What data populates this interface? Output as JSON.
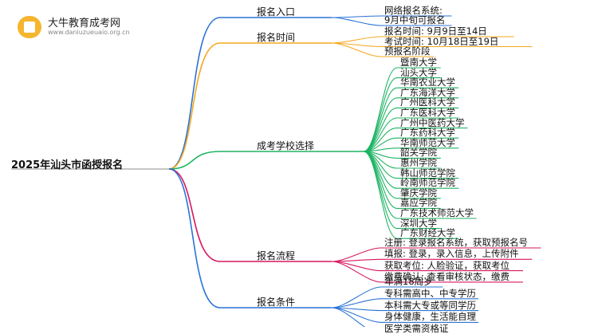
{
  "logo": {
    "name": "大牛教育成考网",
    "url": "www.daniuzueuaio.org.cn"
  },
  "root": "2025年汕头市函授报名",
  "colors": {
    "b0": "#2a73d6",
    "b1": "#f4a81d",
    "b2": "#1fb464",
    "b3": "#d6175f",
    "b4": "#2a73d6"
  },
  "branches": [
    {
      "label": "报名入口",
      "leaves": [
        "网络报名系统:",
        "9月中旬可报名"
      ]
    },
    {
      "label": "报名时间",
      "leaves": [
        "报名时间: 9月9日至14日",
        "考试时间: 10月18日至19日",
        "预报名阶段"
      ]
    },
    {
      "label": "成考学校选择",
      "leaves": [
        "暨南大学",
        "汕头大学",
        "华南农业大学",
        "广东海洋大学",
        "广州医科大学",
        "广东医科大学",
        "广州中医药大学",
        "广东药科大学",
        "华南师范大学",
        "韶关学院",
        "惠州学院",
        "韩山师范学院",
        "岭南师范学院",
        "肇庆学院",
        "嘉应学院",
        "广东技术师范大学",
        "深圳大学",
        "广东财经大学"
      ]
    },
    {
      "label": "报名流程",
      "leaves": [
        "注册: 登录报名系统，获取预报名号",
        "填报: 登录，录入信息，上传附件",
        "获取考位: 人脸验证，获取考位",
        "缴费确认: 查看审核状态，缴费"
      ]
    },
    {
      "label": "报名条件",
      "leaves": [
        "年满18周岁",
        "专科需高中、中专学历",
        "本科需大专或等同学历",
        "身体健康，生活能自理",
        "医学类需资格证"
      ]
    }
  ]
}
